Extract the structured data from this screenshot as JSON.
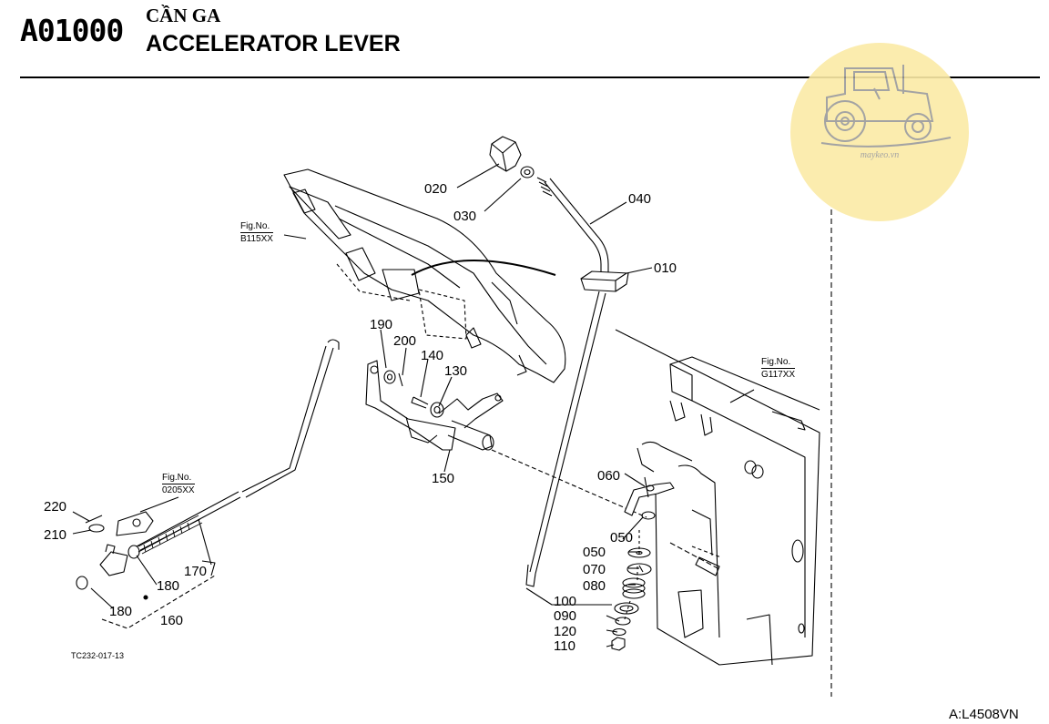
{
  "header": {
    "code": "A01000",
    "title_vn": "CẦN GA",
    "title_en": "ACCELERATOR LEVER"
  },
  "watermark": {
    "text": "maykeo.vn",
    "icon": "tractor-icon"
  },
  "figure_refs": [
    {
      "id": "fig_b115",
      "label": "Fig.No.",
      "code": "B115XX"
    },
    {
      "id": "fig_g117",
      "label": "Fig.No.",
      "code": "G117XX"
    },
    {
      "id": "fig_0205",
      "label": "Fig.No.",
      "code": "0205XX"
    }
  ],
  "parts": [
    "020",
    "030",
    "040",
    "010",
    "190",
    "200",
    "140",
    "130",
    "150",
    "060",
    "050",
    "050",
    "070",
    "080",
    "100",
    "090",
    "120",
    "110",
    "220",
    "210",
    "180",
    "170",
    "180",
    "160"
  ],
  "footer": {
    "ref_code": "TC232-017-13",
    "page_id": "A:L4508VN"
  },
  "colors": {
    "watermark": "#fbeaa6",
    "line": "#000000"
  }
}
